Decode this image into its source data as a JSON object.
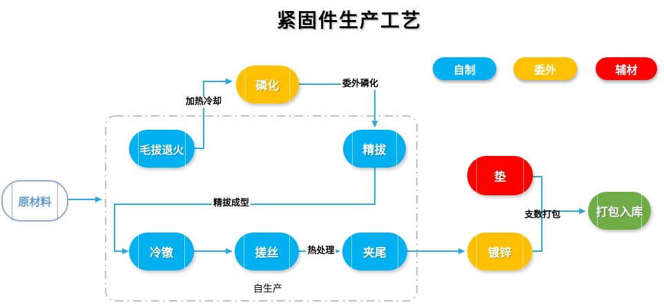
{
  "title": "紧固件生产工艺",
  "legend": {
    "items": [
      {
        "label": "自制",
        "color": "#00B0F0"
      },
      {
        "label": "委外",
        "color": "#FFC000"
      },
      {
        "label": "辅材",
        "color": "#FF0000"
      }
    ]
  },
  "nodes": {
    "raw_material": "原材料",
    "phosphating": "磷化",
    "drawing_annealing": "毛拔退火",
    "fine_drawing": "精拔",
    "cold_heading": "冷镦",
    "thread_rolling": "搓丝",
    "tail_clipping": "夹尾",
    "washer": "垫",
    "galvanizing": "镀锌",
    "packing_warehousing": "打包入库"
  },
  "container_label": "自生产",
  "edges": [
    {
      "from": "原材料",
      "to": "自生产",
      "label": ""
    },
    {
      "from": "毛拔退火",
      "to": "磷化",
      "label": "加热冷却"
    },
    {
      "from": "磷化",
      "to": "精拔",
      "label": "委外磷化"
    },
    {
      "from": "精拔",
      "to": "冷镦",
      "label": "精拔成型"
    },
    {
      "from": "冷镦",
      "to": "搓丝",
      "label": ""
    },
    {
      "from": "搓丝",
      "to": "夹尾",
      "label": "热处理"
    },
    {
      "from": "夹尾",
      "to": "镀锌",
      "label": ""
    },
    {
      "from": "垫",
      "to": "打包入库",
      "label": "支数打包"
    },
    {
      "from": "镀锌",
      "to": "打包入库",
      "label": ""
    }
  ],
  "colors": {
    "self_made_blue": "#00B0F0",
    "outsourced_orange": "#FFC000",
    "auxiliary_red": "#FF0000",
    "warehouse_green": "#70AD47",
    "connector_blue": "#29ABE2",
    "raw_material_border": "#8FAADC",
    "dashed_container_gray": "#BFBFBF"
  }
}
